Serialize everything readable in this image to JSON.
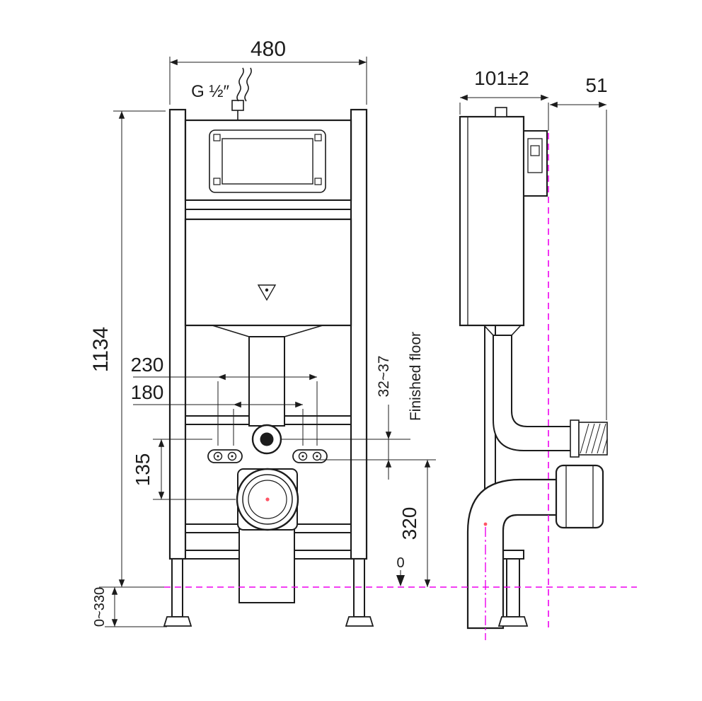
{
  "drawing": {
    "views": {
      "front": {
        "dim_overall_width": "480",
        "dim_overall_height": "1134",
        "dim_fixing_span_outer": "230",
        "dim_fixing_span_inner": "180",
        "dim_connector_offset": "135",
        "dim_leg_adjustment": "0~330",
        "dim_floor_band": "32~37",
        "dim_outlet_height": "320",
        "datum_zero": "0",
        "label_inlet_thread": "G ½″",
        "label_finished_floor": "Finished floor"
      },
      "side": {
        "dim_depth": "101±2",
        "dim_front_offset": "51"
      }
    },
    "colors": {
      "line": "#1c1c1c",
      "reference_magenta": "#ee00ee",
      "center_mark": "#ff5566",
      "background": "#ffffff"
    }
  }
}
